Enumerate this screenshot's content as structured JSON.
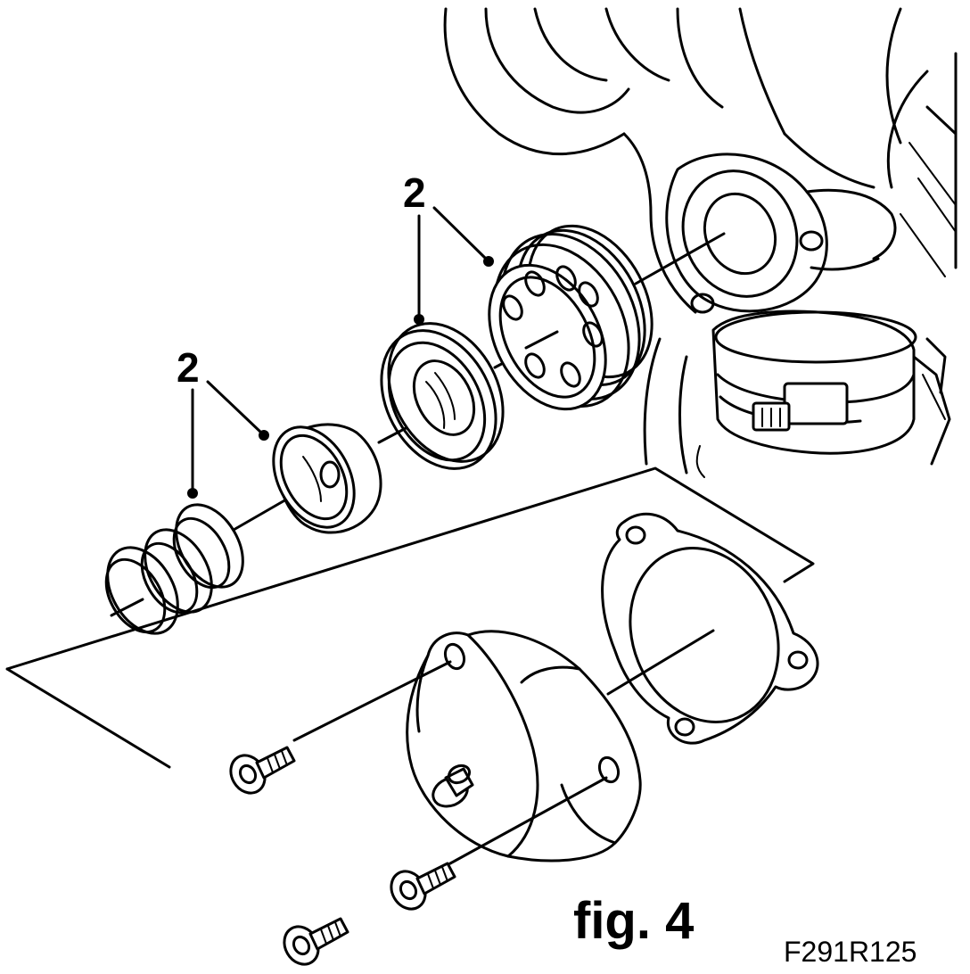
{
  "callouts": {
    "upper_label": "2",
    "lower_label": "2"
  },
  "figure_label": "fig. 4",
  "reference_code": "F291R125"
}
